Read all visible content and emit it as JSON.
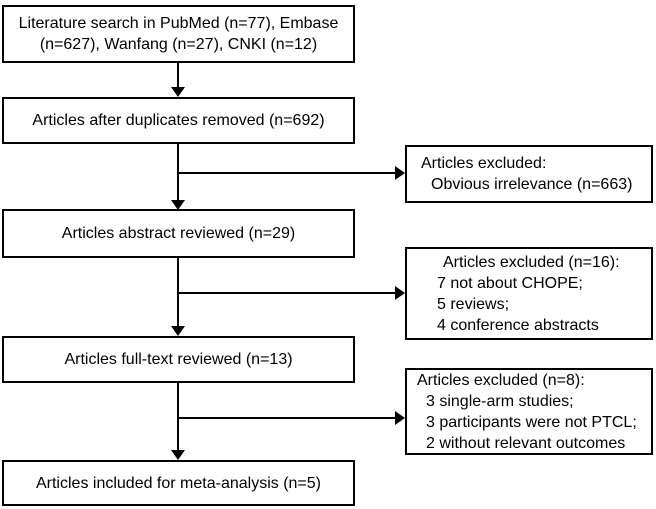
{
  "diagram": {
    "title": "study-selection-flowchart",
    "left_boxes": {
      "search": {
        "line1": "Literature search in PubMed (n=77), Embase",
        "line2": "(n=627), Wanfang (n=27), CNKI (n=12)"
      },
      "duplicates_removed": "Articles after duplicates removed (n=692)",
      "abstract_reviewed": "Articles abstract reviewed (n=29)",
      "fulltext_reviewed": "Articles full-text reviewed (n=13)",
      "included": "Articles included for meta-analysis (n=5)"
    },
    "excluded_boxes": {
      "stage1": {
        "header": "Articles excluded:",
        "items": [
          "Obvious irrelevance (n=663)"
        ]
      },
      "stage2": {
        "header": "Articles excluded (n=16):",
        "items": [
          "7 not about CHOPE;",
          "5 reviews;",
          "4 conference abstracts"
        ]
      },
      "stage3": {
        "header": "Articles excluded (n=8):",
        "items": [
          "3 single-arm studies;",
          "3 participants were not PTCL;",
          "2 without relevant outcomes"
        ]
      }
    },
    "colors": {
      "border": "#000000",
      "text": "#000000",
      "background": "#ffffff"
    }
  }
}
